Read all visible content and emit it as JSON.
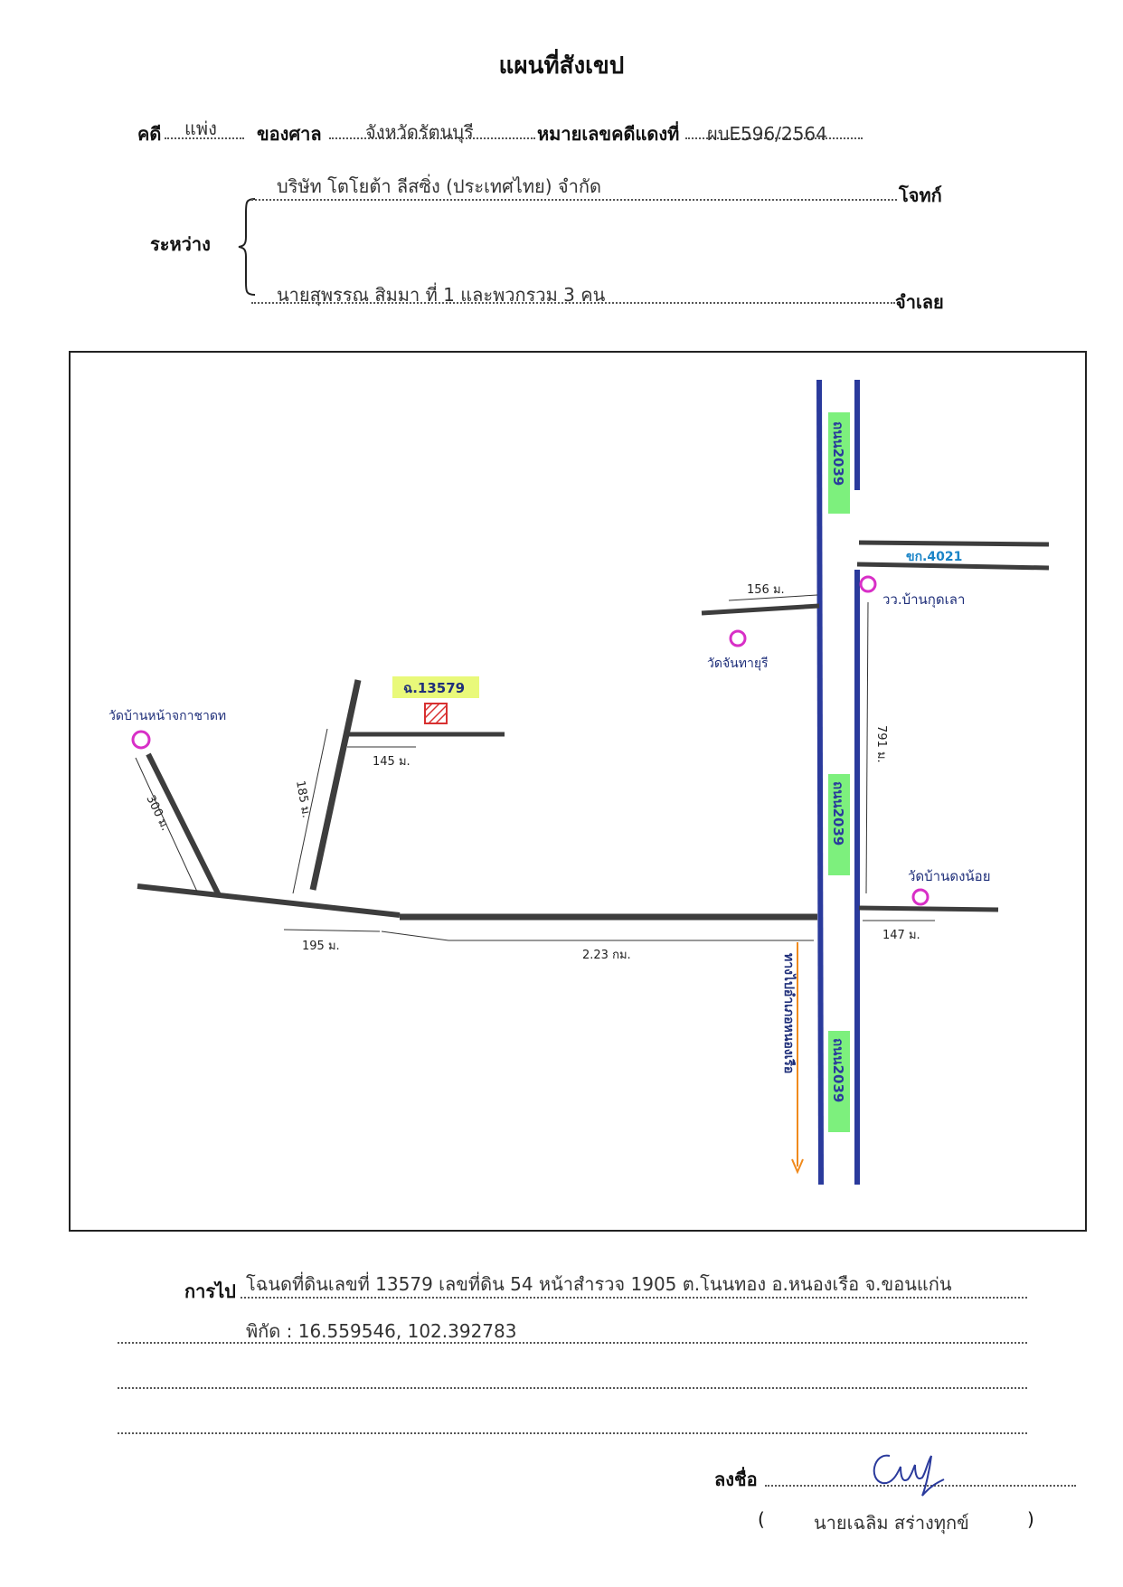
{
  "title": "แผนที่สังเขป",
  "case": {
    "label_case": "คดี",
    "case_type": "แพ่ง",
    "label_court": "ของศาล",
    "court": "จังหวัดรัตนบุรี",
    "label_red_number": "หมายเลขคดีแดงที่",
    "red_number": "ผบE596/2564"
  },
  "parties": {
    "label_between": "ระหว่าง",
    "plaintiff_name": "บริษัท โตโยต้า ลีสซิ่ง (ประเทศไทย) จำกัด",
    "plaintiff_role": "โจทก์",
    "defendant_name": "นายสุพรรณ สิมมา ที่ 1 และพวกรวม 3 คน",
    "defendant_role": "จำเลย"
  },
  "map": {
    "road_label": "ถนน2039",
    "road_side": "ขก.4021",
    "parcel_label": "ฉ.13579",
    "temples": [
      "วัดบ้านหน้าจกาชาดท",
      "วัดจันทายุรี",
      "วว.บ้านกุดเลา",
      "วัดบ้านดงน้อย"
    ],
    "distances": [
      "156 ม.",
      "145 ม.",
      "185 ม.",
      "300 ม.",
      "195 ม.",
      "2.23 กม.",
      "791 ม.",
      "147 ม."
    ],
    "direction": "ทางไปอำเภอหนองเรือ",
    "colors": {
      "main_road": "#2a3a9c",
      "side_road": "#3d3d3d",
      "highlight": "#7df07d",
      "label_highlight": "#e9f97a",
      "temple": "#d82fc7",
      "parcel": "#d83030",
      "arrow": "#f08a1c"
    }
  },
  "directions": {
    "label": "การไป",
    "line1": "โฉนดที่ดินเลขที่ 13579 เลขที่ดิน 54 หน้าสำรวจ 1905 ต.โนนทอง อ.หนองเรือ จ.ขอนแก่น",
    "line2": "พิกัด : 16.559546, 102.392783"
  },
  "signature": {
    "label": "ลงชื่อ",
    "name": "นายเฉลิม  สร่างทุกข์",
    "open_paren": "(",
    "close_paren": ")"
  }
}
